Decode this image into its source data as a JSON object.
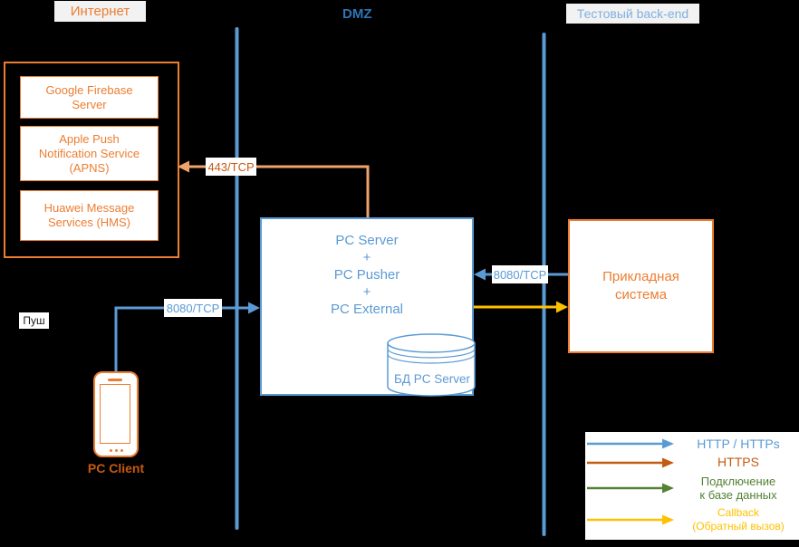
{
  "zones": {
    "internet": "Интернет",
    "dmz": "DMZ",
    "test_backend": "Тестовый back-end"
  },
  "internet_services": {
    "firebase": "Google Firebase Server",
    "apns": "Apple Push Notification Service (APNS)",
    "hms": "Huawei Message Services (HMS)"
  },
  "pc_server": {
    "stack": "PC Server\n+\nPC Pusher\n+\nPC External",
    "db": "БД PC Server"
  },
  "app_system": "Прикладная\nсистема",
  "client": "PC Client",
  "connections": {
    "push": "Пуш",
    "apns_port": "443/TCP",
    "client_port": "8080/TCP",
    "backend_port": "8080/TCP"
  },
  "legend": {
    "http": "HTTP / HTTPs",
    "https": "HTTPS",
    "db": "Подключение\nк базе данных",
    "callback": "Callback\n(Обратный вызов)"
  },
  "colors": {
    "blue": "#5B9BD5",
    "dmz_blue": "#2E75B6",
    "light_blue": "#7FB0E0",
    "orange": "#ED7D31",
    "dark_orange": "#C55A11",
    "push_line_orange": "#F0A26D",
    "yellow": "#FFC000",
    "green": "#548235"
  }
}
